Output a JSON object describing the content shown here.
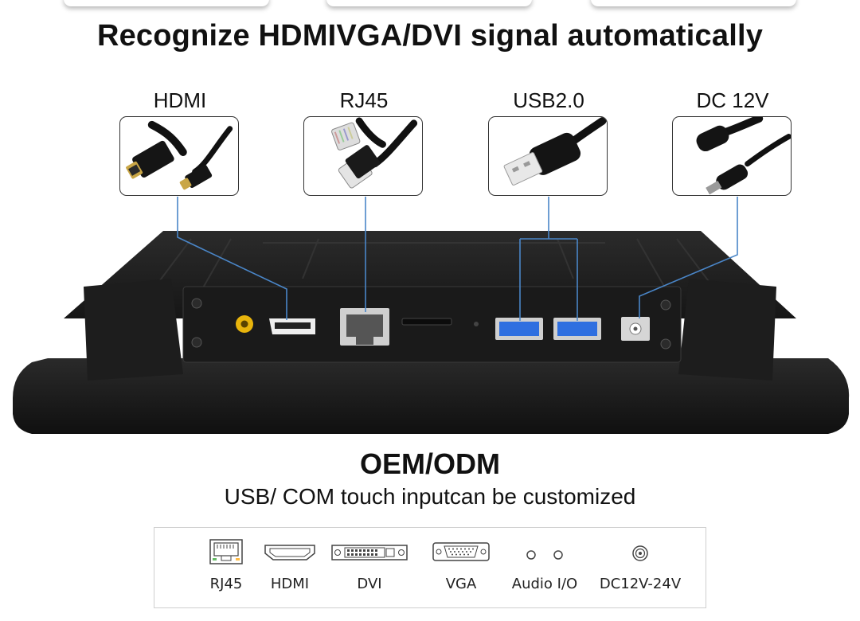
{
  "headline": "Recognize HDMIVGA/DVI signal automatically",
  "ports": [
    {
      "label": "HDMI",
      "icon": "hdmi-cable-icon"
    },
    {
      "label": "RJ45",
      "icon": "rj45-cable-icon"
    },
    {
      "label": "USB2.0",
      "icon": "usb-cable-icon"
    },
    {
      "label": "DC 12V",
      "icon": "dc-power-cable-icon"
    }
  ],
  "oem": {
    "title": "OEM/ODM",
    "subtitle": "USB/ COM touch inputcan be customized"
  },
  "interfaces": [
    {
      "label": "RJ45",
      "icon": "rj45-port-icon"
    },
    {
      "label": "HDMI",
      "icon": "hdmi-port-icon"
    },
    {
      "label": "DVI",
      "icon": "dvi-port-icon"
    },
    {
      "label": "VGA",
      "icon": "vga-port-icon"
    },
    {
      "label": "Audio I/O",
      "icon": "audio-jack-icon"
    },
    {
      "label": "DC12V-24V",
      "icon": "dc-jack-icon"
    }
  ],
  "colors": {
    "connector_line": "#4a86c8",
    "device_body": "#1f1f1f",
    "usb_port": "#2f6fe0",
    "audio_port": "#e8b40c"
  }
}
